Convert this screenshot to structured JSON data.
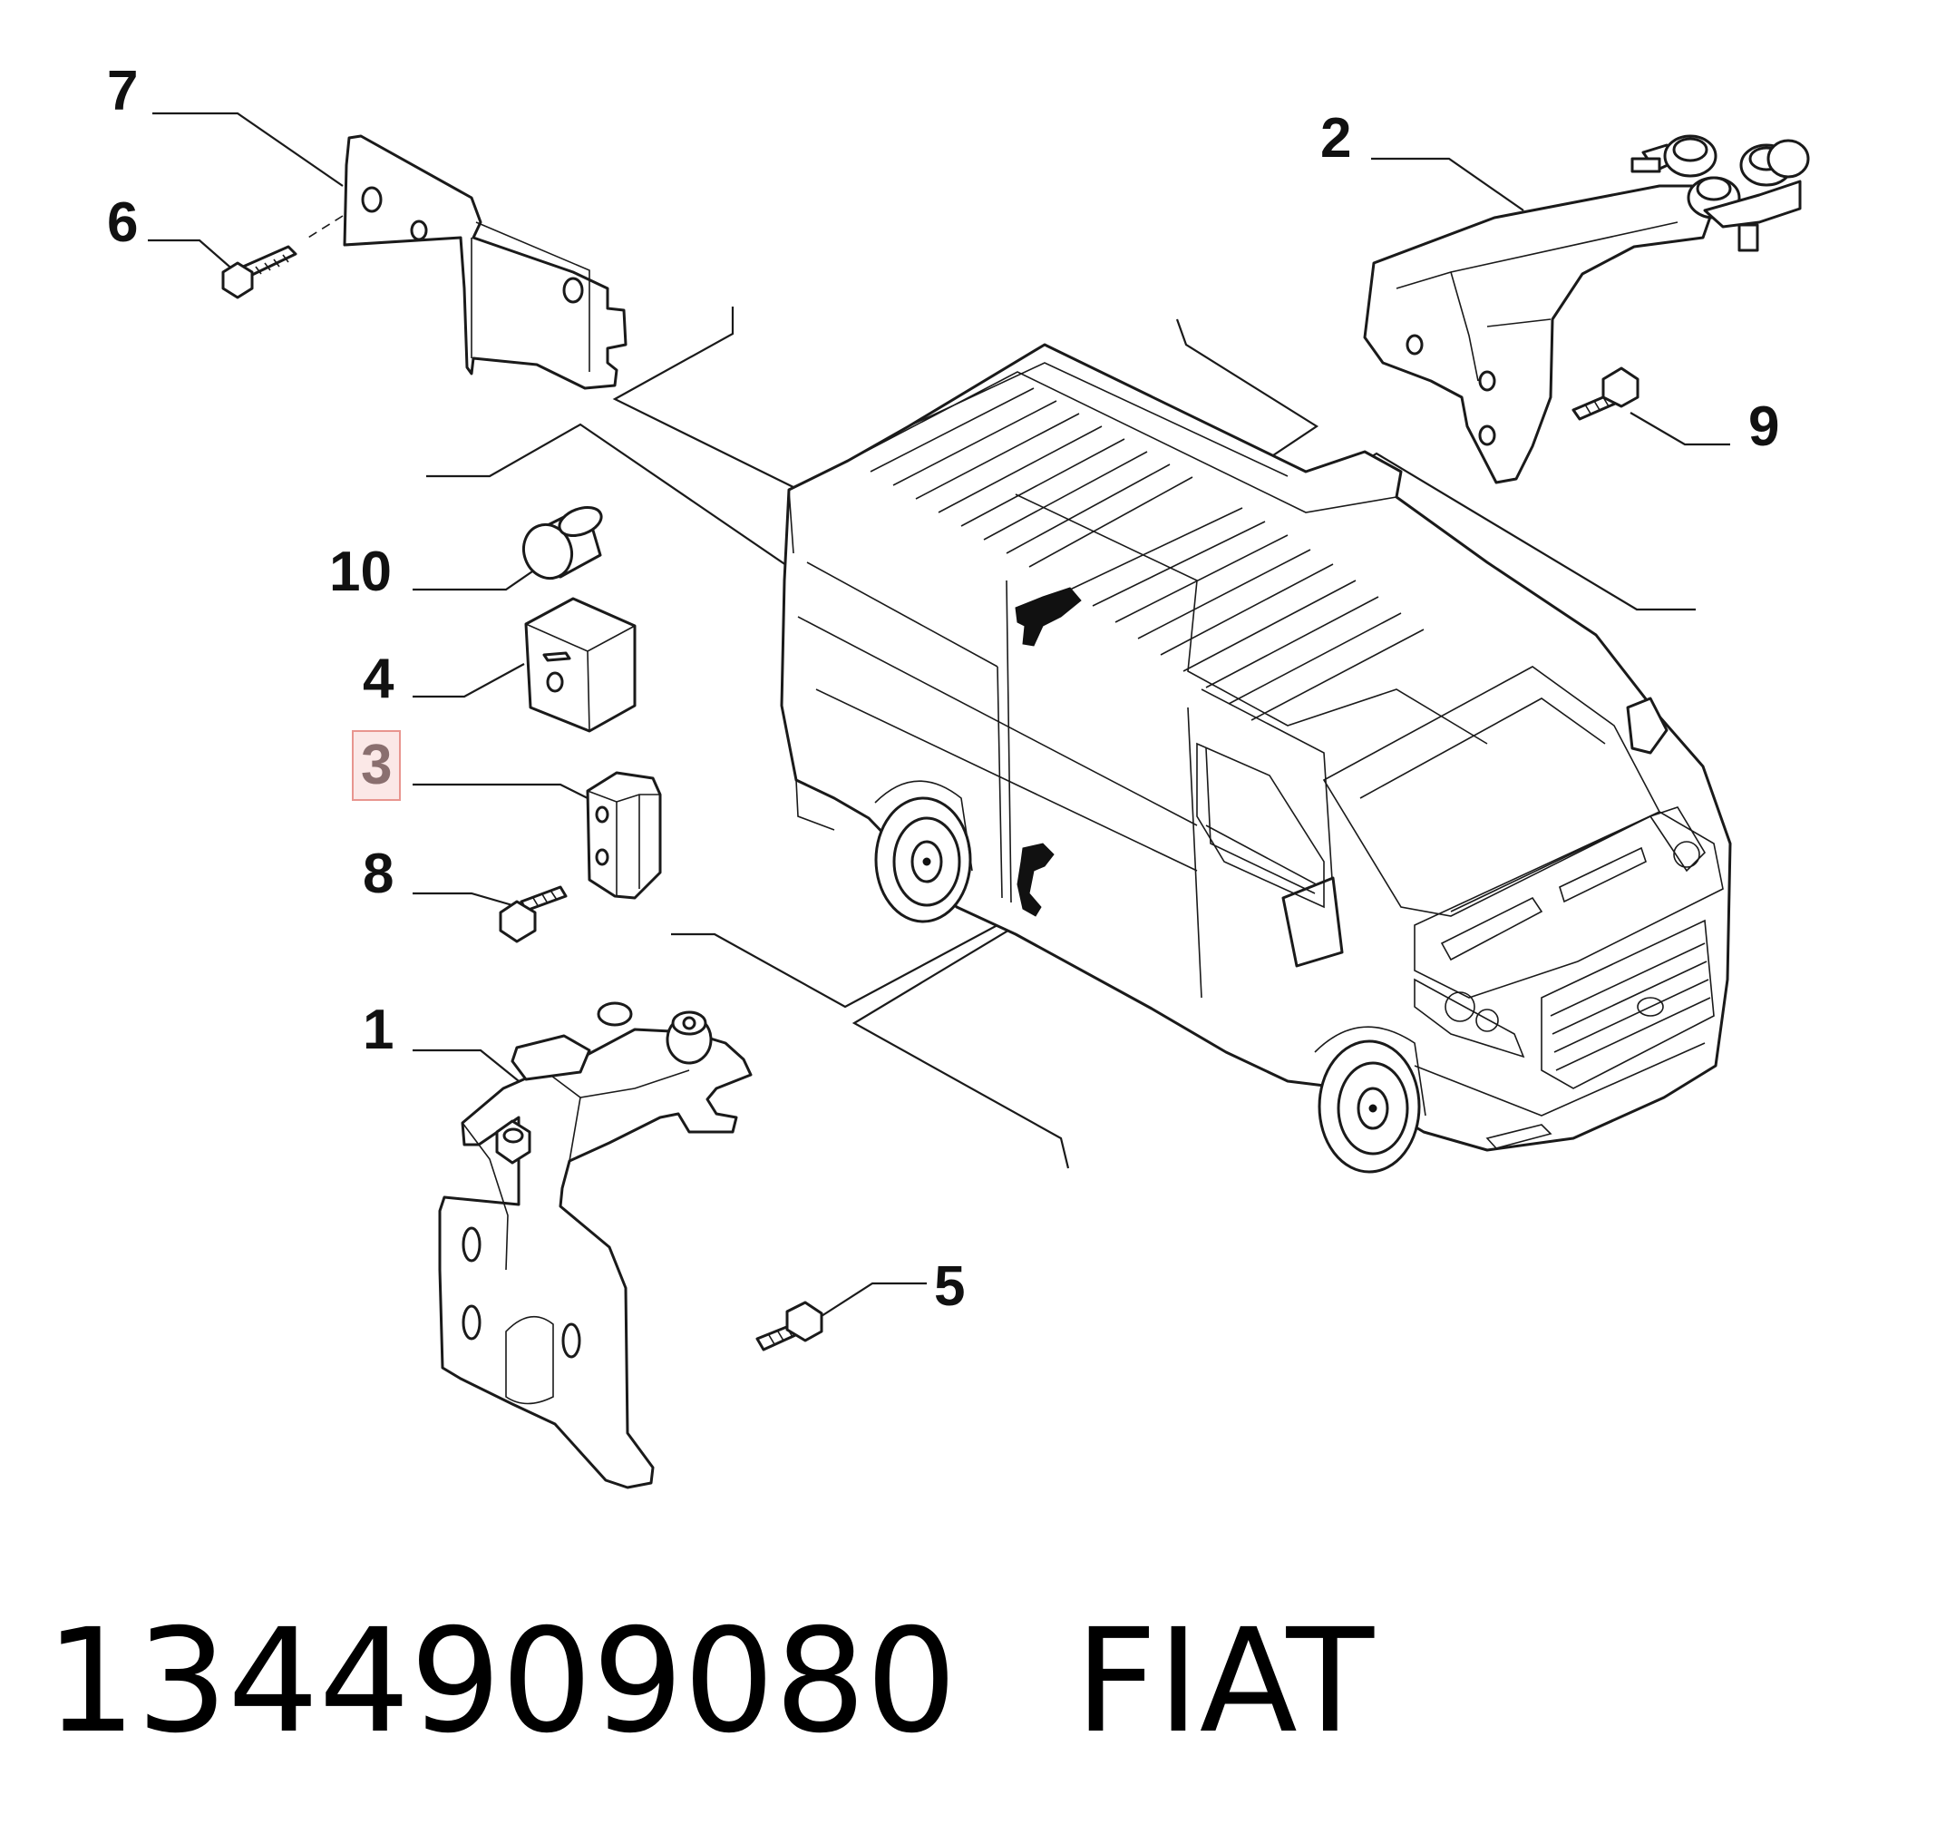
{
  "callouts": [
    {
      "id": "7",
      "label": "7"
    },
    {
      "id": "6",
      "label": "6"
    },
    {
      "id": "2",
      "label": "2"
    },
    {
      "id": "9",
      "label": "9"
    },
    {
      "id": "10",
      "label": "10"
    },
    {
      "id": "4",
      "label": "4"
    },
    {
      "id": "3",
      "label": "3",
      "highlighted": true
    },
    {
      "id": "8",
      "label": "8"
    },
    {
      "id": "1",
      "label": "1"
    },
    {
      "id": "5",
      "label": "5"
    }
  ],
  "footer": {
    "part_number": "1344909080",
    "brand": "FIAT"
  },
  "colors": {
    "highlight_border": "#e8958f",
    "highlight_fill": "#fbe8e7",
    "line": "#1a1a1a"
  }
}
